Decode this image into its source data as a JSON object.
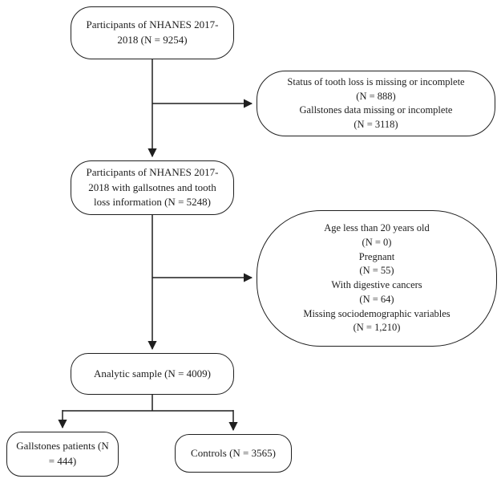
{
  "boxes": {
    "participants_initial": {
      "lines": [
        "Participants of NHANES 2017-",
        "2018 (N = 9254)"
      ]
    },
    "exclusion_1": {
      "lines": [
        "Status of tooth loss is missing or incomplete",
        "(N = 888)",
        "Gallstones data missing or incomplete",
        "(N = 3118)"
      ]
    },
    "participants_with_info": {
      "lines": [
        "Participants of NHANES 2017-",
        "2018 with gallsotnes and tooth",
        "loss information (N = 5248)"
      ]
    },
    "exclusion_2": {
      "lines": [
        "Age less than 20 years old",
        "(N = 0)",
        "Pregnant",
        "(N = 55)",
        "With digestive cancers",
        "(N = 64)",
        "Missing sociodemographic variables",
        "(N = 1,210)"
      ]
    },
    "analytic_sample": {
      "lines": [
        "Analytic sample (N = 4009)"
      ]
    },
    "gallstones_patients": {
      "lines": [
        "Gallstones patients (N",
        "= 444)"
      ]
    },
    "controls": {
      "lines": [
        "Controls (N = 3565)"
      ]
    }
  },
  "colors": {
    "line": "#1f1f1f",
    "background": "#ffffff"
  }
}
